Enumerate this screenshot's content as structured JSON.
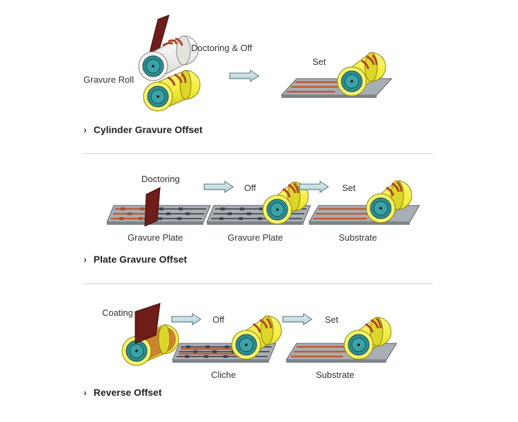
{
  "sections": [
    {
      "title": "Cylinder Gravure Offset",
      "labels": {
        "gravure_roll": "Gravure Roll",
        "doctoring_off": "Doctoring & Off",
        "set": "Set"
      }
    },
    {
      "title": "Plate Gravure Offset",
      "labels": {
        "doctoring": "Doctoring",
        "off": "Off",
        "set": "Set",
        "gravure_plate_1": "Gravure Plate",
        "gravure_plate_2": "Gravure Plate",
        "substrate": "Substrate"
      }
    },
    {
      "title": "Reverse Offset",
      "labels": {
        "coating": "Coating",
        "off": "Off",
        "set": "Set",
        "cliche": "Cliche",
        "substrate": "Substrate"
      }
    }
  ],
  "colors": {
    "roller_yellow": "#f2ec3a",
    "roller_white": "#f2f2ee",
    "core_teal": "#2e8e92",
    "ink_red": "#b0452a",
    "blade_brown": "#6e1d18",
    "plate_gray": "#a9aeb4",
    "arrow_fill": "#cde6ea"
  }
}
